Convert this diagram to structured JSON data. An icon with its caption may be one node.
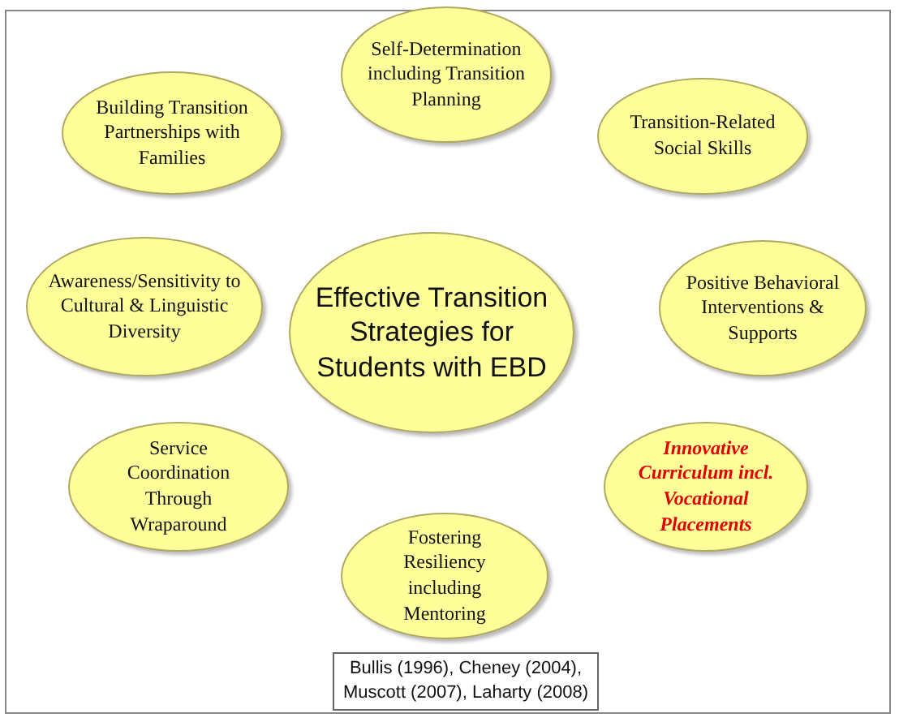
{
  "diagram": {
    "nodes": [
      {
        "text": [
          "Building Transition Partnerships with Families"
        ]
      },
      {
        "text": [
          "Self-Determination including Transition Planning"
        ]
      },
      {
        "text": [
          "Transition-Related Social Skills"
        ]
      },
      {
        "text": [
          "Awareness/Sensitivity to Cultural & Linguistic Diversity"
        ]
      },
      {
        "text": [
          "Effective Transition Strategies for Students with EBD"
        ]
      },
      {
        "text": [
          "Positive Behavioral Interventions & Supports"
        ]
      },
      {
        "text": [
          "Service Coordination Through Wraparound"
        ]
      },
      {
        "text": [
          "Innovative Curriculum incl. Vocational Placements"
        ]
      },
      {
        "text": [
          "Fostering Resiliency including Mentoring"
        ]
      },
      {
        "text": [
          "Bullis (1996), Cheney (2004), Muscott (2007), Laharty (2008)"
        ]
      }
    ],
    "edges": []
  }
}
